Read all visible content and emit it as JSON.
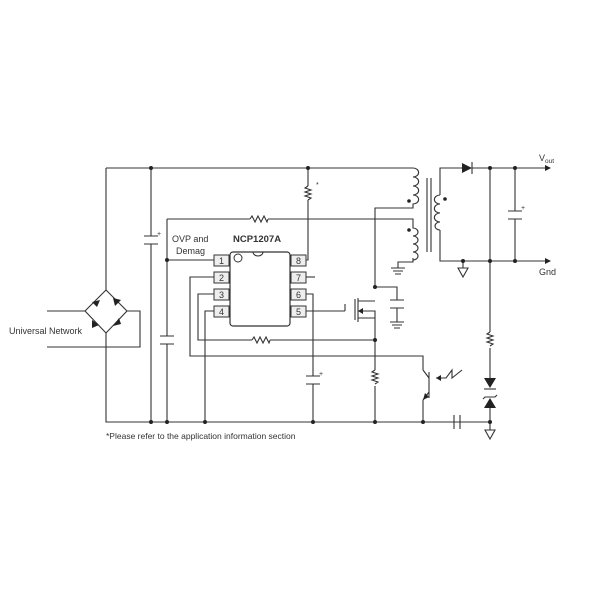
{
  "diagram": {
    "ic_name": "NCP1207A",
    "ic_pins": [
      "1",
      "2",
      "3",
      "4",
      "8",
      "7",
      "6",
      "5"
    ],
    "ovp_label_line1": "OVP and",
    "ovp_label_line2": "Demag",
    "input_label": "Universal Network",
    "vout_label_main": "V",
    "vout_label_sub": "out",
    "gnd_label": "Gnd",
    "plus_sign": "+",
    "star_mark": "*",
    "footnote": "*Please refer to the application information section"
  }
}
